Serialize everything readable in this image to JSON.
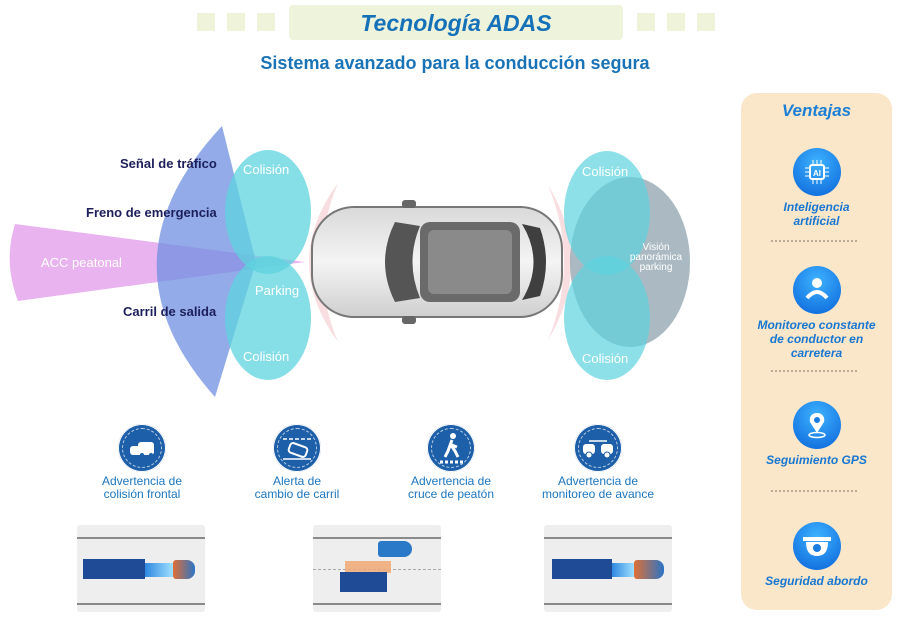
{
  "header": {
    "title": "Tecnología ADAS",
    "subtitle": "Sistema avanzado para la conducción segura"
  },
  "diagram": {
    "front_labels": {
      "traffic_sign": "Señal de tráfico",
      "emergency_brake": "Freno de emergencia",
      "acc": "ACC peatonal",
      "lane_departure": "Carril de salida"
    },
    "collision_top_left": "Colisión",
    "collision_bottom_left": "Colisión",
    "parking": "Parking",
    "collision_top_right": "Colisión",
    "collision_bottom_right": "Colisión",
    "panoramic": [
      "Visión",
      "panorámica",
      "parking"
    ]
  },
  "features": [
    {
      "icon": "frontal-collision-icon",
      "label": [
        "Advertencia de",
        "colisión frontal"
      ]
    },
    {
      "icon": "lane-change-icon",
      "label": [
        "Alerta de",
        "cambio de carril"
      ]
    },
    {
      "icon": "pedestrian-crossing-icon",
      "label": [
        "Advertencia de",
        "cruce de peatón"
      ]
    },
    {
      "icon": "forward-monitoring-icon",
      "label": [
        "Advertencia de",
        "monitoreo de avance"
      ]
    }
  ],
  "advantages": {
    "title": "Ventajas",
    "items": [
      {
        "icon": "ai-chip-icon",
        "label": "Inteligencia artificial"
      },
      {
        "icon": "driver-monitor-icon",
        "label": "Monitoreo constante de conductor en carretera"
      },
      {
        "icon": "gps-pin-icon",
        "label": "Seguimiento GPS"
      },
      {
        "icon": "security-camera-icon",
        "label": "Seguridad abordo"
      }
    ]
  },
  "colors": {
    "accent": "#1571b8",
    "feature_circle": "#1d5fa8",
    "panel": "#fae6c8",
    "cyan": "#5dd3de",
    "fan": "#7b9be6",
    "acc": "#e7a6ee"
  }
}
